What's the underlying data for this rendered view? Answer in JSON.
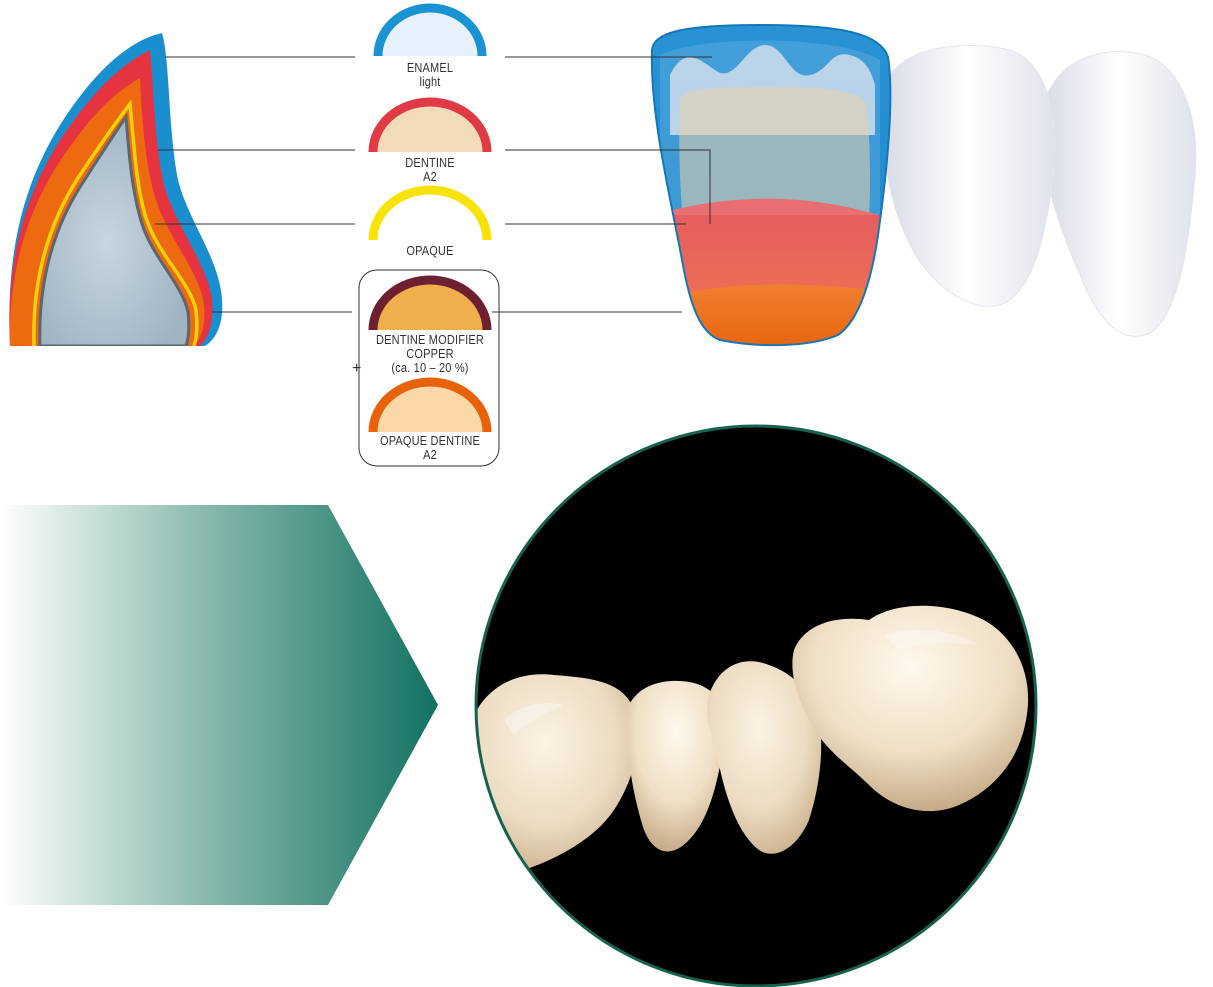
{
  "layers": [
    {
      "name": "ENAMEL",
      "shade": "light",
      "ring_color": "#1a93d3",
      "fill_color": "#e6f1fb"
    },
    {
      "name": "DENTINE",
      "shade": "A2",
      "ring_color": "#e03a45",
      "fill_color": "#f2dcb8"
    },
    {
      "name": "OPAQUE",
      "shade": "",
      "ring_color": "#f7e20a",
      "fill_color": "#ffffff"
    },
    {
      "name": "DENTINE MODIFIER",
      "shade": "COPPER",
      "note": "(ca. 10 – 20 %)",
      "ring_color": "#6e1f30",
      "fill_color": "#f1ae4c"
    },
    {
      "name": "OPAQUE DENTINE",
      "shade": "A2",
      "ring_color": "#e8620a",
      "fill_color": "#fcd7a8"
    }
  ],
  "combine_symbol": "+",
  "colors": {
    "enamel": "#1a8fd0",
    "dentine": "#e5343f",
    "opaque": "#f5d10a",
    "opaque_dentine": "#ee6a10",
    "core": "#b7c9d6",
    "arrow_start": "#ffffff",
    "arrow_end": "#127161",
    "photo_border": "#17624f",
    "photo_bg": "#000000"
  },
  "icons": {
    "arrow": "chevron-arrow-icon",
    "photo": "bridge-photo"
  }
}
